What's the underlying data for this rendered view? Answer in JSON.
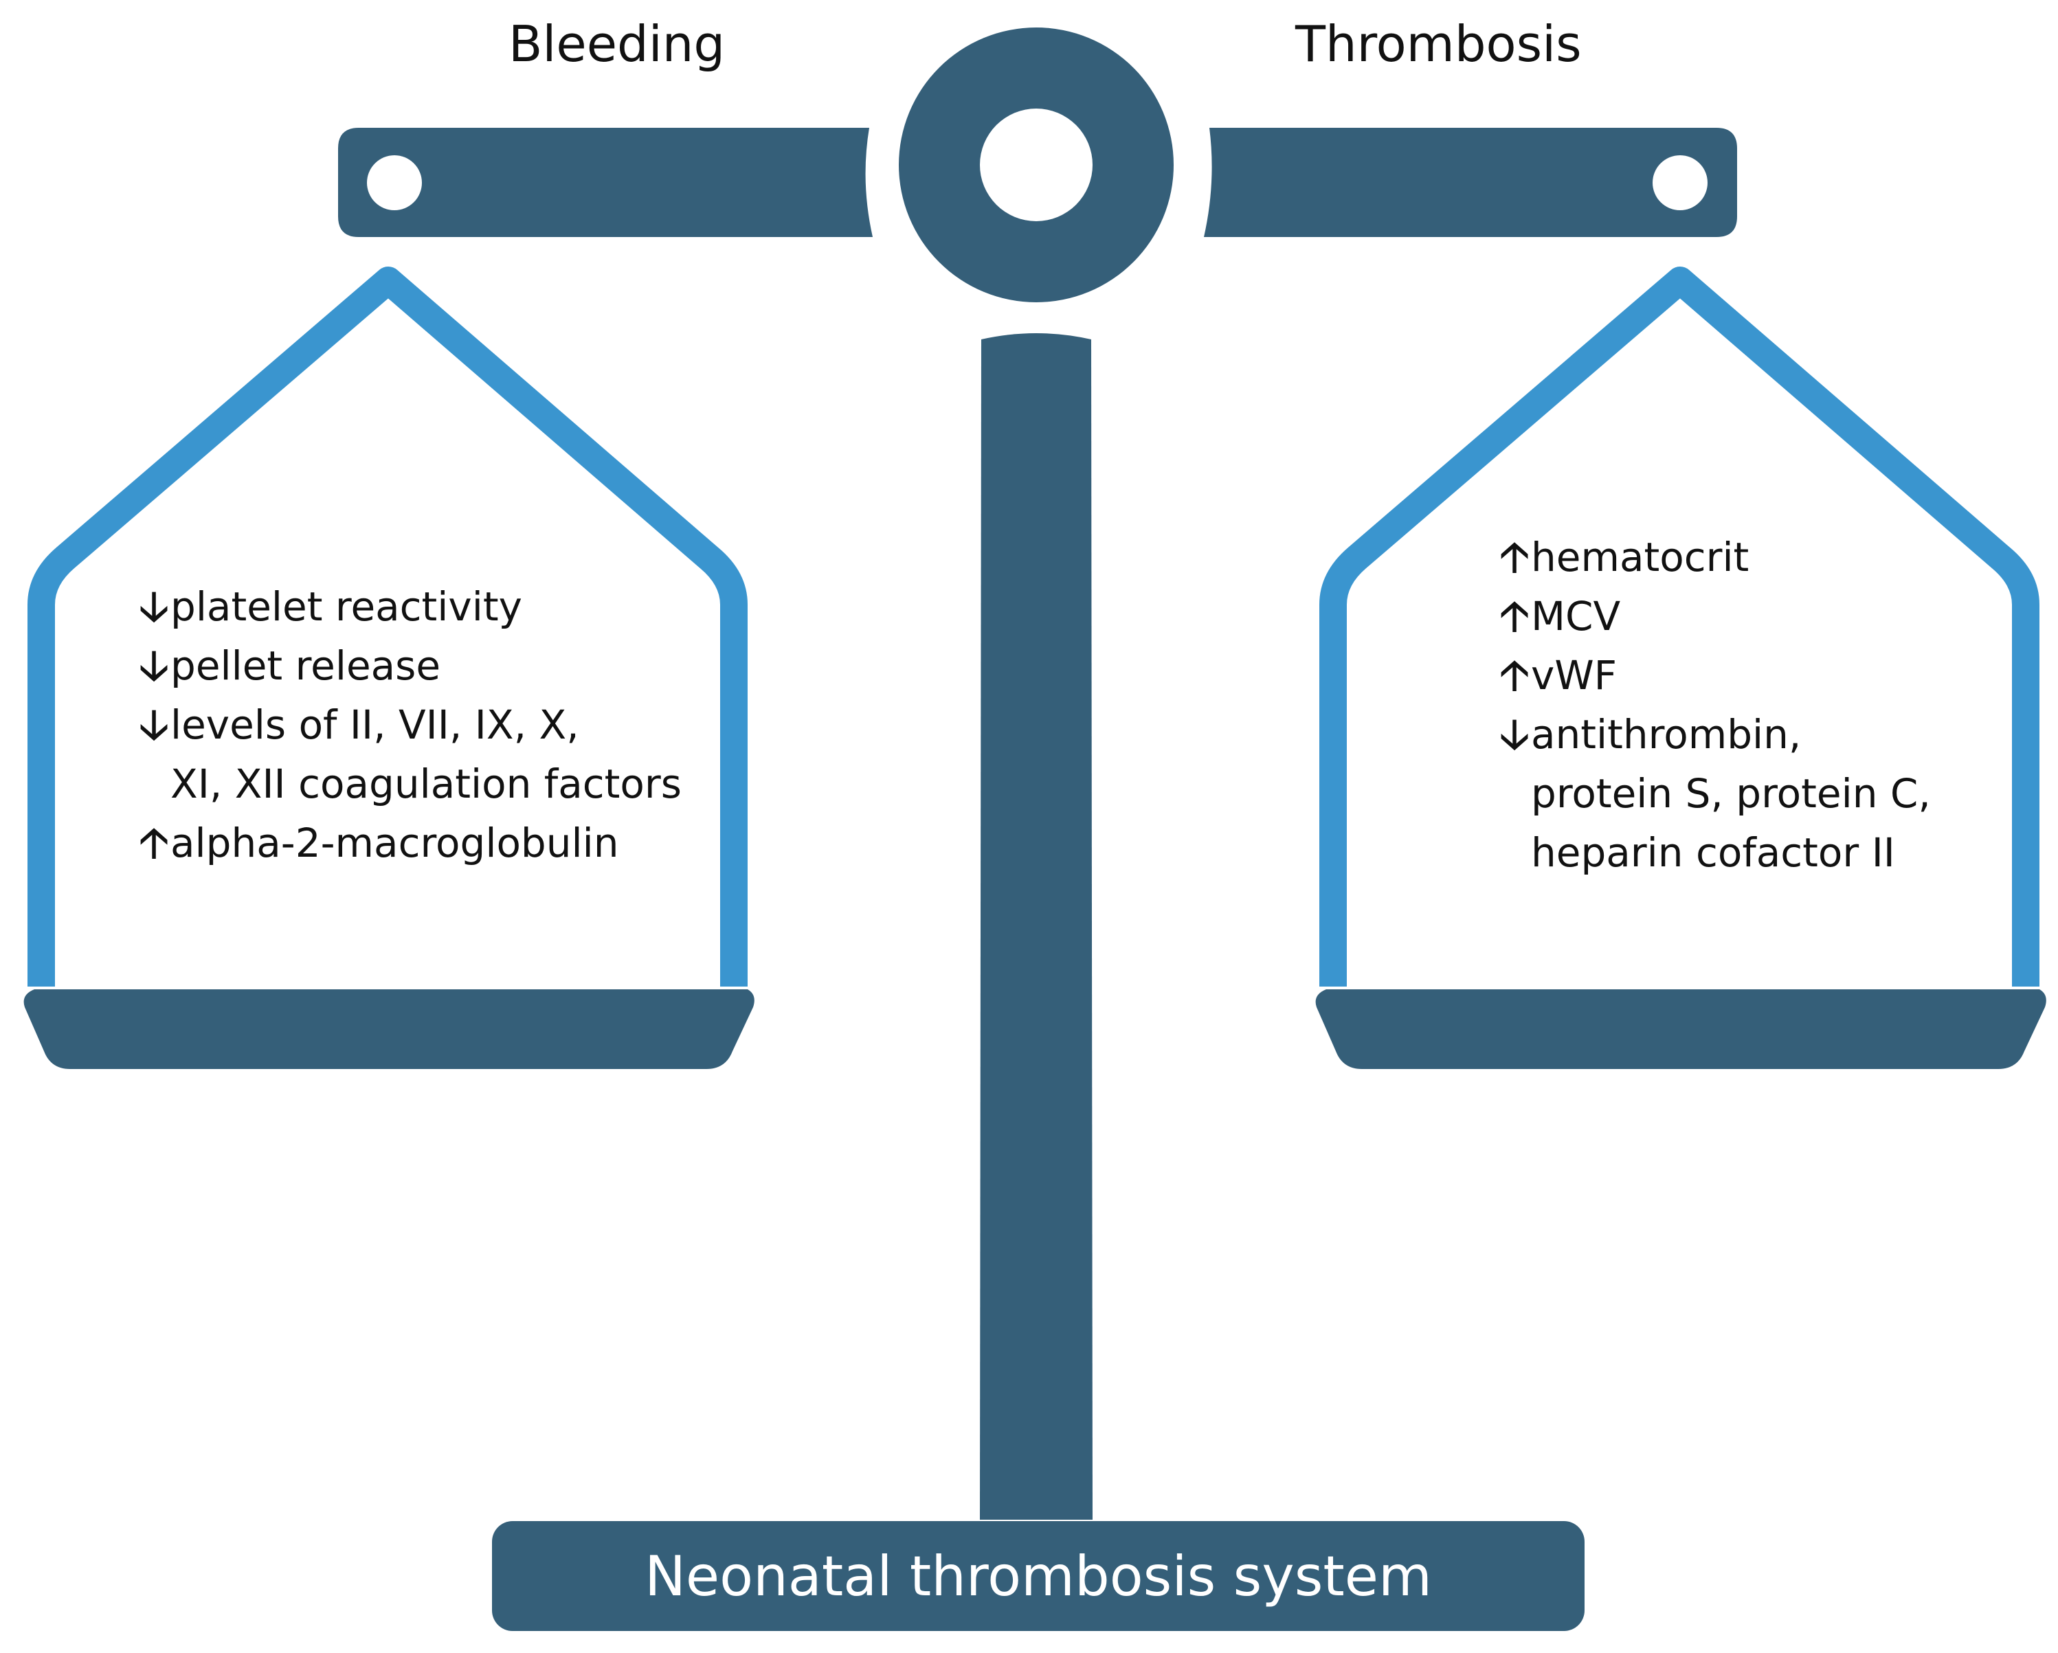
{
  "colors": {
    "beam": "#355f79",
    "pan_frame": "#3a95cf",
    "text": "#111111",
    "label_text": "#ffffff"
  },
  "left_side": {
    "title": "Bleeding",
    "items": [
      {
        "direction": "down",
        "arrow": "🡣",
        "text": "platelet reactivity"
      },
      {
        "direction": "down",
        "arrow": "🡣",
        "text": "pellet release"
      },
      {
        "direction": "down",
        "arrow": "🡣",
        "text": "levels of II, VII, IX, X,\nXI, XII coagulation factors"
      },
      {
        "direction": "up",
        "arrow": "🡡",
        "text": "alpha-2-macroglobulin"
      }
    ]
  },
  "right_side": {
    "title": "Thrombosis",
    "items": [
      {
        "direction": "up",
        "arrow": "🡡",
        "text": "hematocrit"
      },
      {
        "direction": "up",
        "arrow": "🡡",
        "text": "MCV"
      },
      {
        "direction": "up",
        "arrow": "🡡",
        "text": "vWF"
      },
      {
        "direction": "down",
        "arrow": "🡣",
        "text": "antithrombin,\nprotein S, protein C,\nheparin cofactor II"
      }
    ]
  },
  "base": {
    "label": "Neonatal thrombosis system"
  }
}
